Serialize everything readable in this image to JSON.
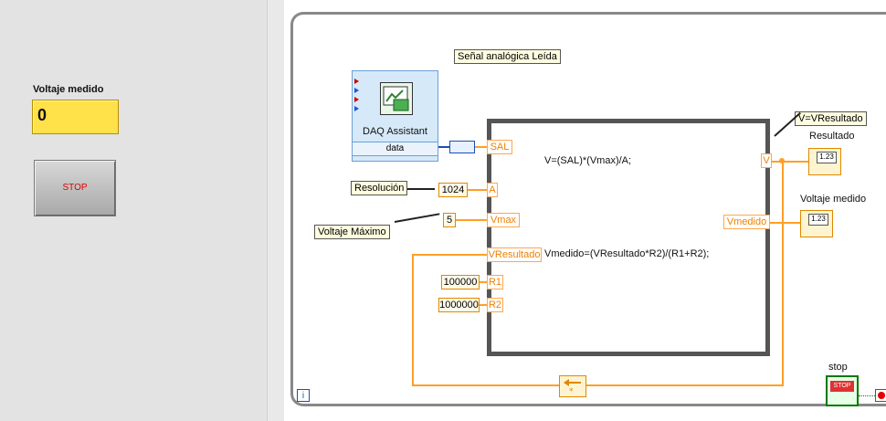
{
  "front_panel": {
    "indicator_label": "Voltaje medido",
    "indicator_value": "0",
    "stop_label": "STOP"
  },
  "block_diagram": {
    "daq": {
      "title": "DAQ Assistant",
      "output": "data",
      "output_comment": "Señal analógica Leída"
    },
    "labels": {
      "resolucion": "Resolución",
      "voltaje_maximo": "Voltaje Máximo",
      "v_resultado_comment": "V=VResultado",
      "resultado_indicator": "Resultado",
      "voltaje_medido_indicator": "Voltaje medido",
      "stop_terminal": "stop"
    },
    "constants": {
      "resolucion": "1024",
      "voltaje_maximo": "5",
      "r1": "100000",
      "r2": "1000000"
    },
    "formula_node": {
      "inputs": [
        "SAL",
        "A",
        "Vmax",
        "VResultado",
        "R1",
        "R2"
      ],
      "outputs": [
        "V",
        "Vmedido"
      ],
      "formula1": "V=(SAL)*(Vmax)/A;",
      "formula2": "Vmedido=(VResultado*R2)/(R1+R2);"
    },
    "indicator_display": "1.23",
    "iteration_label": "i",
    "stop_glyph": "STOP"
  }
}
